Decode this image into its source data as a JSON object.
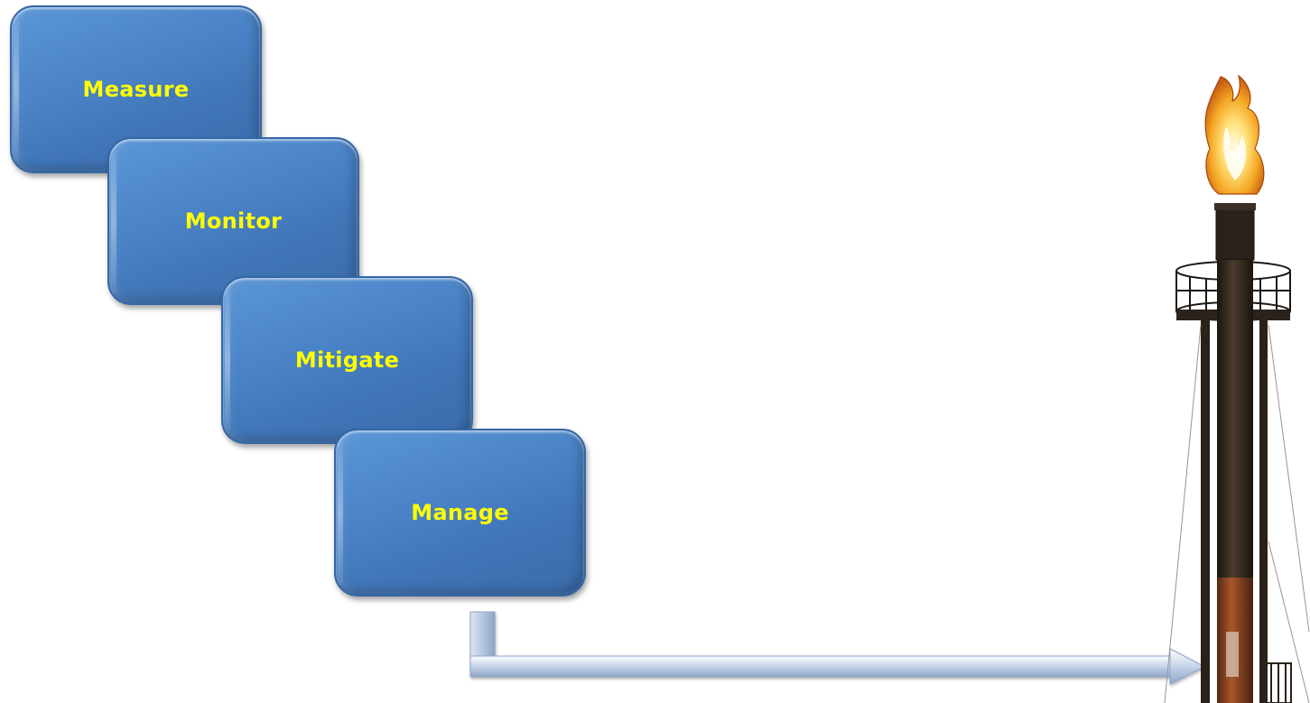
{
  "steps": [
    {
      "label": "Measure"
    },
    {
      "label": "Monitor"
    },
    {
      "label": "Mitigate"
    },
    {
      "label": "Manage"
    }
  ],
  "colors": {
    "box_fill": "#4a82c6",
    "box_border": "#3566a6",
    "label_text": "#ffff00",
    "arrow_fill": "#c9d6ea"
  },
  "image": {
    "description_icon": "gas-flare-stack-icon"
  }
}
